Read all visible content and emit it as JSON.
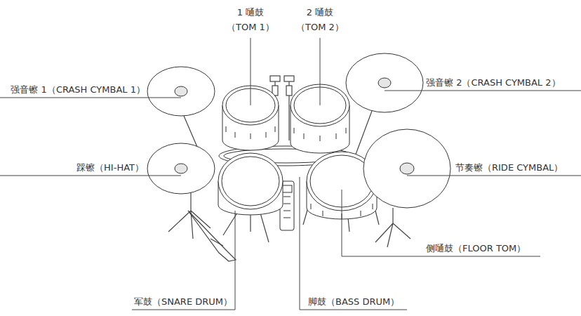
{
  "diagram": {
    "labels": [
      "1 嗵鼓",
      "（TOM 1）",
      "2 嗵鼓",
      "（TOM 2）",
      "强音镲 1（CRASH CYMBAL 1）",
      "强音镲 2（CRASH CYMBAL 2）",
      "踩镲（HI-HAT）",
      "节奏镲（RIDE CYMBAL）",
      "侧嗵鼓（FLOOR TOM）",
      "军鼓（SNARE DRUM）",
      "脚鼓（BASS DRUM）"
    ]
  }
}
